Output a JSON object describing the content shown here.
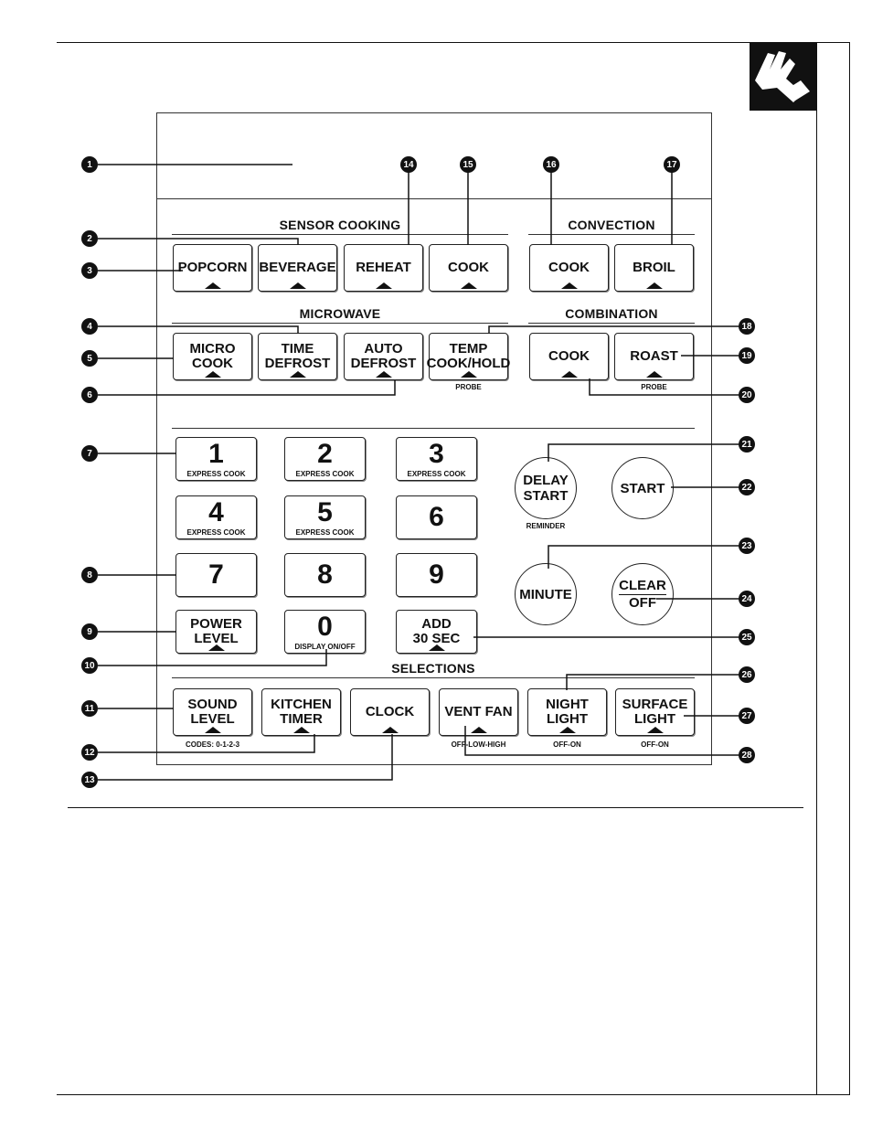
{
  "sections": {
    "sensor_cooking": "SENSOR COOKING",
    "convection": "CONVECTION",
    "microwave": "MICROWAVE",
    "combination": "COMBINATION",
    "selections": "SELECTIONS"
  },
  "keys": {
    "popcorn": "POPCORN",
    "beverage": "BEVERAGE",
    "reheat": "REHEAT",
    "sensor_cook": "COOK",
    "conv_cook": "COOK",
    "broil": "BROIL",
    "micro_cook_1": "MICRO",
    "micro_cook_2": "COOK",
    "time_defrost_1": "TIME",
    "time_defrost_2": "DEFROST",
    "auto_defrost_1": "AUTO",
    "auto_defrost_2": "DEFROST",
    "temp_1": "TEMP",
    "temp_2": "COOK/HOLD",
    "combo_cook": "COOK",
    "roast": "ROAST",
    "probe_1": "PROBE",
    "probe_2": "PROBE",
    "n1": "1",
    "n2": "2",
    "n3": "3",
    "n4": "4",
    "n5": "5",
    "n6": "6",
    "n7": "7",
    "n8": "8",
    "n9": "9",
    "n0": "0",
    "express_cook": "EXPRESS COOK",
    "display_onoff": "DISPLAY ON/OFF",
    "power_1": "POWER",
    "power_2": "LEVEL",
    "add_1": "ADD",
    "add_2": "30 SEC",
    "delay_1": "DELAY",
    "delay_2": "START",
    "reminder": "REMINDER",
    "start": "START",
    "minute": "MINUTE",
    "clear": "CLEAR",
    "off": "OFF",
    "sound_1": "SOUND",
    "sound_2": "LEVEL",
    "codes": "CODES: 0-1-2-3",
    "kitchen_1": "KITCHEN",
    "kitchen_2": "TIMER",
    "clock": "CLOCK",
    "vent_fan": "VENT FAN",
    "vent_caption": "OFF-LOW-HIGH",
    "night_1": "NIGHT",
    "night_2": "LIGHT",
    "night_caption": "OFF-ON",
    "surface_1": "SURFACE",
    "surface_2": "LIGHT",
    "surface_caption": "OFF-ON"
  },
  "callouts": [
    "1",
    "2",
    "3",
    "4",
    "5",
    "6",
    "7",
    "8",
    "9",
    "10",
    "11",
    "12",
    "13",
    "14",
    "15",
    "16",
    "17",
    "18",
    "19",
    "20",
    "21",
    "22",
    "23",
    "24",
    "25",
    "26",
    "27",
    "28"
  ]
}
